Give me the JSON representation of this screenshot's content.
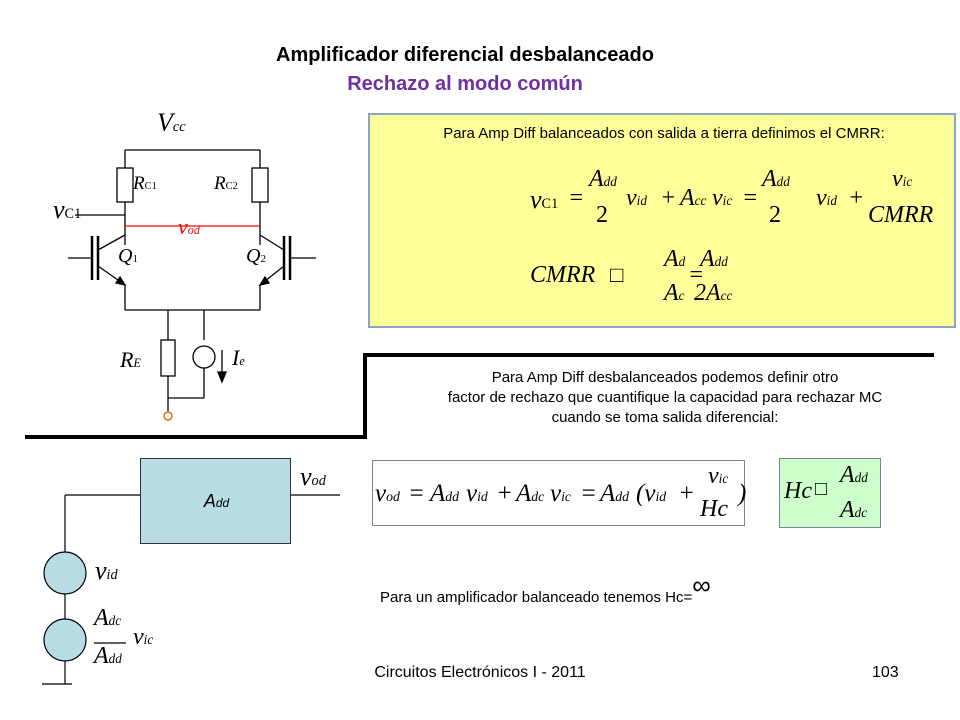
{
  "title": "Amplificador diferencial desbalanceado",
  "subtitle": "Rechazo al modo común",
  "circuit": {
    "vcc_label": "V",
    "vcc_sub": "cc",
    "rc1_label": "R",
    "rc1_sub": "C1",
    "rc2_label": "R",
    "rc2_sub": "C2",
    "vc1_label": "v",
    "vc1_sub": "C1",
    "vod_label": "v",
    "vod_sub": "od",
    "q1_label": "Q",
    "q1_sub": "1",
    "q2_label": "Q",
    "q2_sub": "2",
    "re_label": "R",
    "re_sub": "E",
    "ie_label": "I",
    "ie_sub": "e",
    "colors": {
      "wire": "#000000",
      "vod_line": "#ff0000",
      "vod_text": "#ff0000"
    }
  },
  "cmrr_box": {
    "title": "Para Amp Diff balanceados con salida a tierra definimos el CMRR:",
    "eq1": {
      "lhs": "v",
      "lhs_sub": "C1",
      "a_dd": "A",
      "a_dd_sub": "dd",
      "two": "2",
      "v_id": "v",
      "v_id_sub": "id",
      "a_cc": "A",
      "a_cc_sub": "cc",
      "v_ic": "v",
      "v_ic_sub": "ic",
      "cmrr": "CMRR"
    },
    "eq2": {
      "lhs": "CMRR",
      "box_char": "□",
      "a_d": "A",
      "a_d_sub": "d",
      "a_c": "A",
      "a_c_sub": "c",
      "two_a_cc": "2A",
      "two_a_cc_sub": "cc",
      "a_dd": "A",
      "a_dd_sub": "dd"
    },
    "colors": {
      "fill": "#ffff99",
      "border": "#8aa4c6"
    }
  },
  "unbalanced_text": [
    "Para Amp Diff desbalanceados podemos definir otro",
    "factor de rechazo que cuantifique la capacidad para rechazar MC",
    "cuando se toma salida diferencial:"
  ],
  "block": {
    "label": "A",
    "label_sub": "dd",
    "out_label": "v",
    "out_sub": "od",
    "vid_label": "v",
    "vid_sub": "id",
    "adc_num": "A",
    "adc_num_sub": "dc",
    "adc_den": "A",
    "adc_den_sub": "dd",
    "vic_label": "v",
    "vic_sub": "ic",
    "colors": {
      "block_fill": "#b8dce4",
      "source_fill": "#b8dce4"
    }
  },
  "vod_equation": {
    "lhs": "v",
    "lhs_sub": "od",
    "a_dd": "A",
    "a_dd_sub": "dd",
    "v_id": "v",
    "v_id_sub": "id",
    "a_dc": "A",
    "a_dc_sub": "dc",
    "v_ic": "v",
    "v_ic_sub": "ic",
    "hc": "Hc"
  },
  "hc_equation": {
    "lhs": "Hc",
    "box_char": "□",
    "num": "A",
    "num_sub": "dd",
    "den": "A",
    "den_sub": "dc",
    "colors": {
      "fill": "#ccffcc"
    }
  },
  "balanced_text": "Para un amplificador balanceado tenemos Hc=",
  "infinity": "∞",
  "footer": {
    "left": "Circuitos Electrónicos I - 2011",
    "page": "103"
  }
}
